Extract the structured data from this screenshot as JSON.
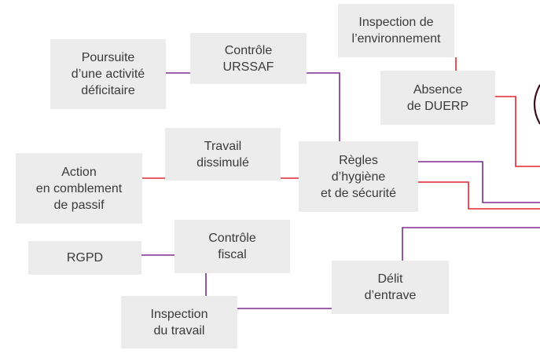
{
  "colors": {
    "purple": "#7b2d8e",
    "red": "#e0262e",
    "box_fill": "#ececec",
    "text": "#3a3a3a",
    "arc": "#3d1018"
  },
  "nodes": {
    "inspection_environnement": "Inspection de\nl’environnement",
    "poursuite_activite": "Poursuite\nd’une activité\ndéficitaire",
    "controle_urssaf": "Contrôle\nURSSAF",
    "absence_duerp": "Absence\nde DUERP",
    "travail_dissimule": "Travail\ndissimulé",
    "regles_hygiene": "Règles\nd’hygiène\net de sécurité",
    "action_comblement": "Action\nen comblement\nde passif",
    "controle_fiscal": "Contrôle\nfiscal",
    "rgpd": "RGPD",
    "delit_entrave": "Délit\nd’entrave",
    "inspection_travail": "Inspection\ndu travail"
  }
}
